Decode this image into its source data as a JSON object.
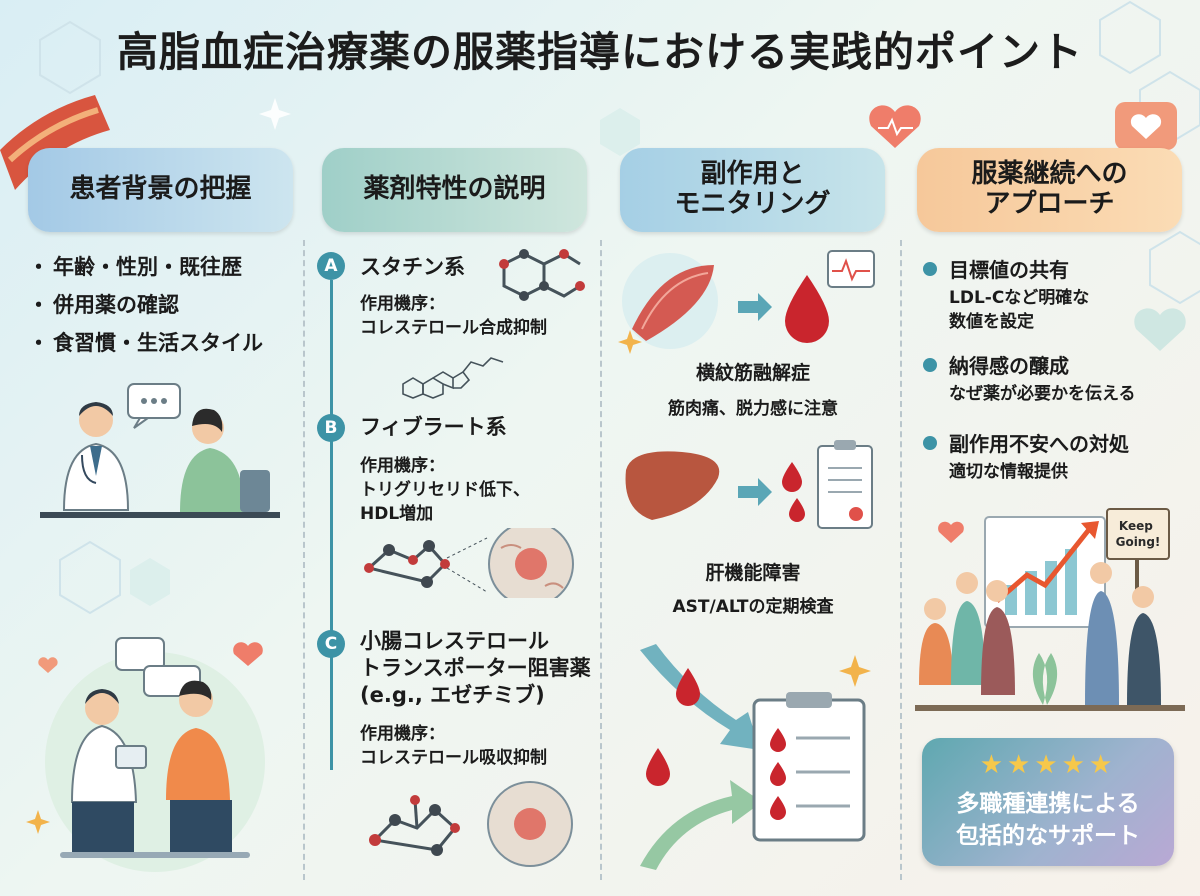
{
  "title": "高脂血症治療薬の服薬指導における実践的ポイント",
  "columns": {
    "patient": {
      "header": "患者背景の把握",
      "items": [
        "年齢・性別・既往歴",
        "併用薬の確認",
        "食習慣・生活スタイル"
      ]
    },
    "drugs": {
      "header": "薬剤特性の説明",
      "entries": [
        {
          "badge": "A",
          "name": "スタチン系",
          "mechanism": "作用機序：\nコレステロール合成抑制"
        },
        {
          "badge": "B",
          "name": "フィブラート系",
          "mechanism": "作用機序：\nトリグリセリド低下、\nHDL増加"
        },
        {
          "badge": "C",
          "name": "小腸コレステロール\nトランスポーター阻害薬\n(e.g., エゼチミブ)",
          "mechanism": "作用機序：\nコレステロール吸収抑制"
        }
      ]
    },
    "side_effects": {
      "header": "副作用と\nモニタリング",
      "items": [
        {
          "title": "横紋筋融解症",
          "note": "筋肉痛、脱力感に注意"
        },
        {
          "title": "肝機能障害",
          "note": "AST/ALTの定期検査"
        }
      ]
    },
    "adherence": {
      "header": "服薬継続への\nアプローチ",
      "items": [
        {
          "title": "目標値の共有",
          "detail": "LDL-Cなど明確な\n数値を設定"
        },
        {
          "title": "納得感の醸成",
          "detail": "なぜ薬が必要かを伝える"
        },
        {
          "title": "副作用不安への対処",
          "detail": "適切な情報提供"
        }
      ],
      "sign_text": "Keep\nGoing!",
      "support_text": "多職種連携による\n包括的なサポート",
      "stars": "★★★★★"
    }
  },
  "colors": {
    "accent": "#3d93a6",
    "blood": "#c9252d",
    "heart": "#ef7d6a",
    "arrow": "#5aa6b6"
  }
}
